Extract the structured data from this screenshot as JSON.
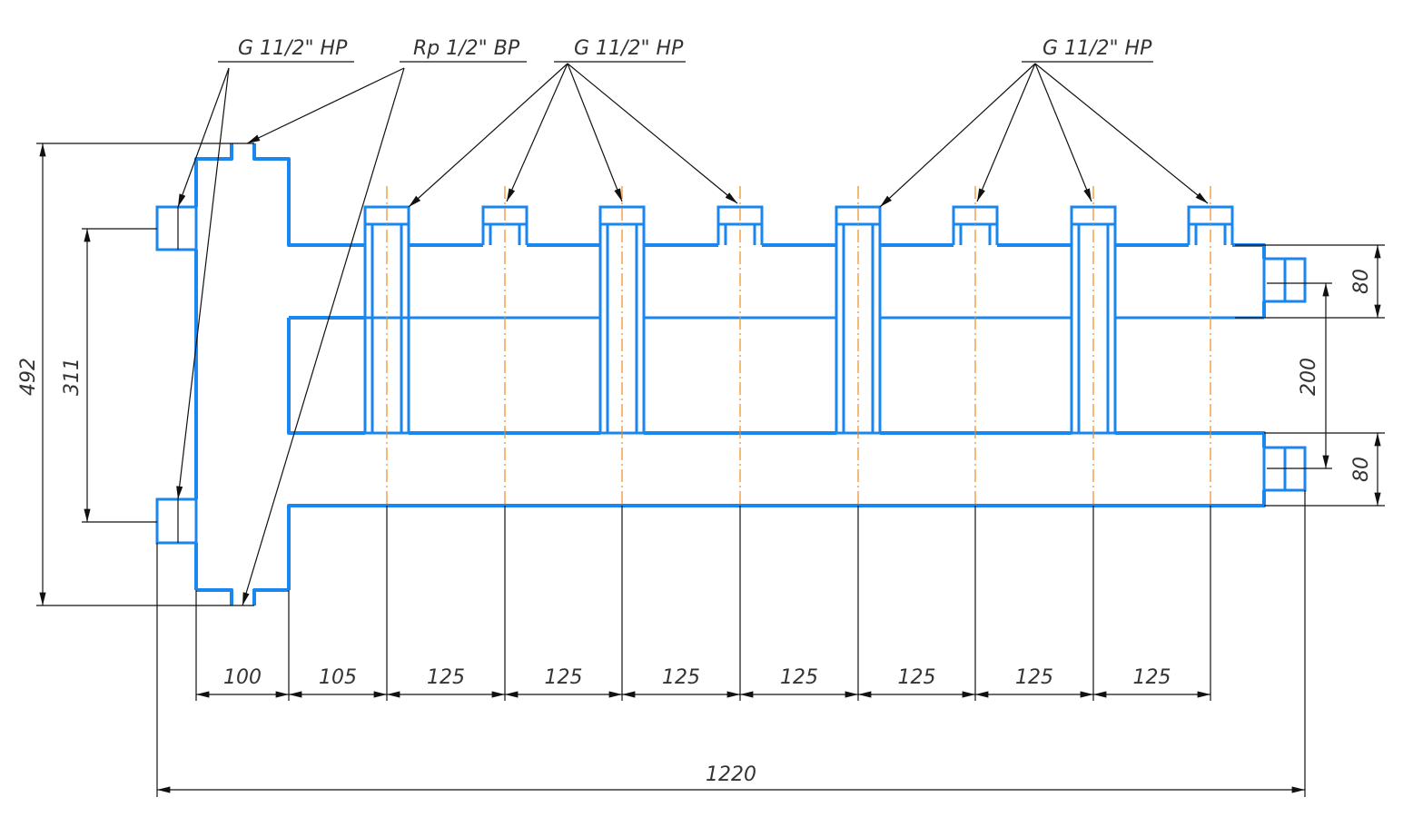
{
  "callouts": {
    "left_nozzles": "G 11/2\" HP",
    "vent_ports": "Rp 1/2\" BP",
    "group1": "G 11/2\" HP",
    "group2": "G 11/2\" HP"
  },
  "dims": {
    "spacing": [
      "100",
      "105",
      "125",
      "125",
      "125",
      "125",
      "125",
      "125",
      "125"
    ],
    "total_length": "1220",
    "total_height": "492",
    "left_nozzle_spacing": "311",
    "right_top": "80",
    "right_between": "200",
    "right_bottom": "80"
  },
  "colors": {
    "body": "#1a86f0",
    "axis": "#f08a1a",
    "lines": "#111111"
  }
}
